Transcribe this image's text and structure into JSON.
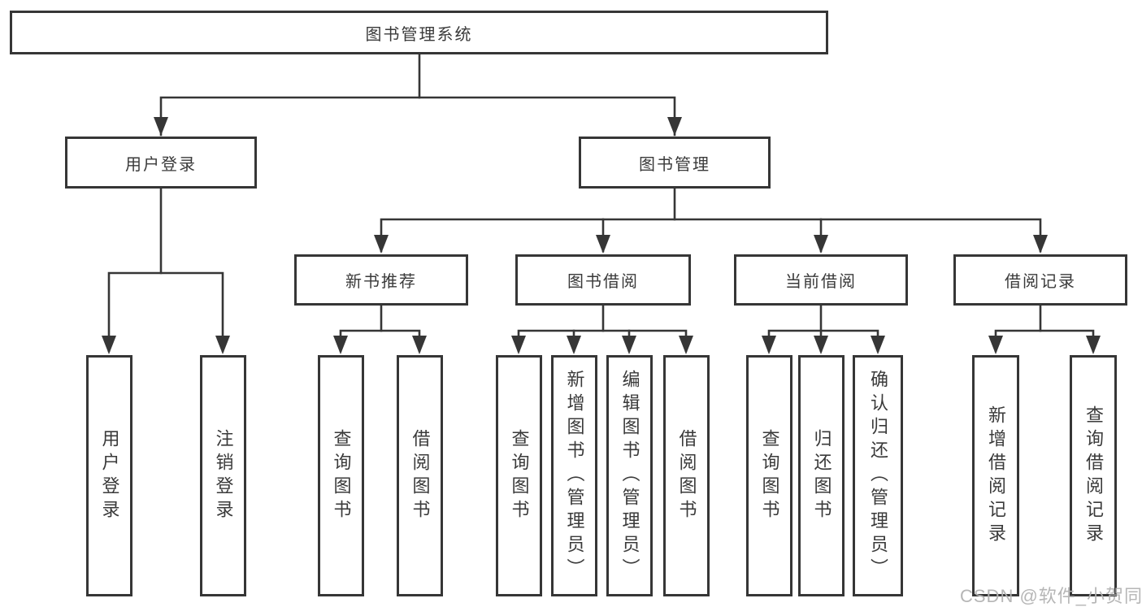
{
  "colors": {
    "line": "#363636",
    "box_border": "#363636",
    "text": "#3a3a3a",
    "background": "#ffffff",
    "watermark": "#b2b2b2"
  },
  "watermark": {
    "text": "CSDN @软件_小贺同学"
  },
  "tree": {
    "root": {
      "label": "图书管理系统"
    },
    "branches": [
      {
        "label": "用户登录",
        "children": [
          {
            "label": "用户登录"
          },
          {
            "label": "注销登录"
          }
        ]
      },
      {
        "label": "图书管理",
        "children": [
          {
            "label": "新书推荐",
            "children": [
              {
                "label": "查询图书"
              },
              {
                "label": "借阅图书"
              }
            ]
          },
          {
            "label": "图书借阅",
            "children": [
              {
                "label": "查询图书"
              },
              {
                "label": "新增图书（管理员）"
              },
              {
                "label": "编辑图书（管理员）"
              },
              {
                "label": "借阅图书"
              }
            ]
          },
          {
            "label": "当前借阅",
            "children": [
              {
                "label": "查询图书"
              },
              {
                "label": "归还图书"
              },
              {
                "label": "确认归还（管理员）"
              }
            ]
          },
          {
            "label": "借阅记录",
            "children": [
              {
                "label": "新增借阅记录"
              },
              {
                "label": "查询借阅记录"
              }
            ]
          }
        ]
      }
    ]
  }
}
